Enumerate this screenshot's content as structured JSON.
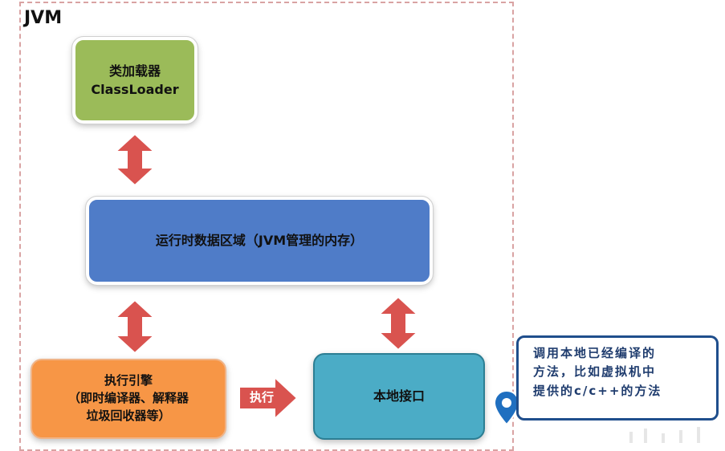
{
  "diagram": {
    "title": "JVM",
    "classloader": {
      "line1": "类加载器",
      "line2": "ClassLoader"
    },
    "runtime_area": {
      "label": "运行时数据区域（JVM管理的内存）"
    },
    "execution_engine": {
      "line1": "执行引擎",
      "line2": "（即时编译器、解释器",
      "line3": "垃圾回收器等）"
    },
    "native_interface": {
      "label": "本地接口"
    },
    "execute_arrow": {
      "label": "执行"
    },
    "callout": {
      "line1": "调用本地已经编译的",
      "line2": "方法，比如虚拟机中",
      "line3": "提供的c/c++的方法"
    }
  },
  "colors": {
    "classloader": "#9bbb59",
    "runtime": "#4f7cc8",
    "engine": "#f79646",
    "native": "#4bacc6",
    "arrow": "#d9534f",
    "callout_border": "#1f4e8c",
    "frame_border": "#d9a3a3"
  },
  "icons": [
    "double-arrow-icon",
    "right-arrow-icon",
    "location-pin-icon"
  ]
}
